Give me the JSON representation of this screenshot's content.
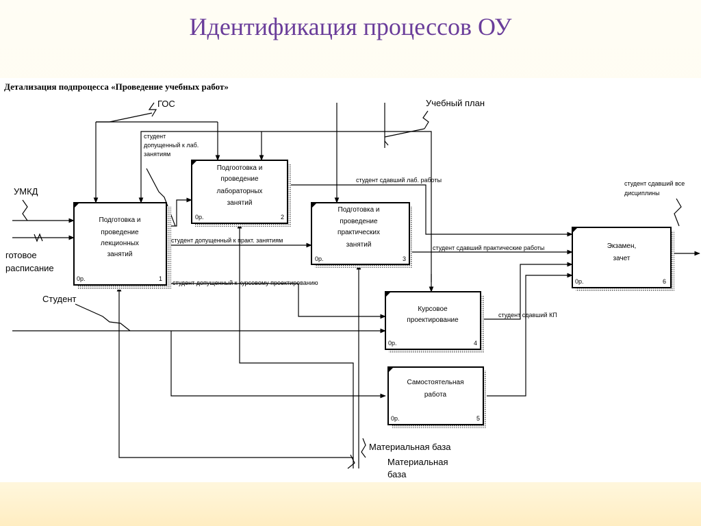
{
  "slide_title": "Идентификация процессов ОУ",
  "diagram_title": "Детализация подпроцесса «Проведение учебных работ»",
  "boxes": [
    {
      "lines": [
        "Подготовка и",
        "проведение",
        "лекционных",
        "занятий"
      ],
      "cost": "0р.",
      "num": "1"
    },
    {
      "lines": [
        "Подгоотовка и",
        "проведение",
        "лабораторных",
        "занятий"
      ],
      "cost": "0р.",
      "num": "2"
    },
    {
      "lines": [
        "Подготовка и",
        "проведение",
        "практических",
        "занятий"
      ],
      "cost": "0р.",
      "num": "3"
    },
    {
      "lines": [
        "Курсовое",
        "проектирование"
      ],
      "cost": "0р.",
      "num": "4"
    },
    {
      "lines": [
        "Самостоятельная",
        "работа"
      ],
      "cost": "0р.",
      "num": "5"
    },
    {
      "lines": [
        "Экзамен,",
        "зачет"
      ],
      "cost": "0р.",
      "num": "6"
    }
  ],
  "labels": {
    "gos": "ГОС",
    "plan": "Учебный план",
    "umkd": "УМКД",
    "schedule_1": "готовое",
    "schedule_2": "расписание",
    "student": "Студент",
    "lab_admitted_1": "студент",
    "lab_admitted_2": "допущенный к лаб.",
    "lab_admitted_3": "занятиям",
    "lab_passed": "студент сдавший лаб. работы",
    "all_passed_1": "студент сдавший все",
    "all_passed_2": "дисциплины",
    "prakt_admitted": "студент допущенный к практ. занятиям",
    "prakt_passed": "студент сдавший практические работы",
    "course_admitted": "студент допущенный к курсовому проектированию",
    "kp_passed": "студент сдавший КП",
    "material_1": "Материальная база",
    "material_2a": "Материальная",
    "material_2b": "база"
  }
}
